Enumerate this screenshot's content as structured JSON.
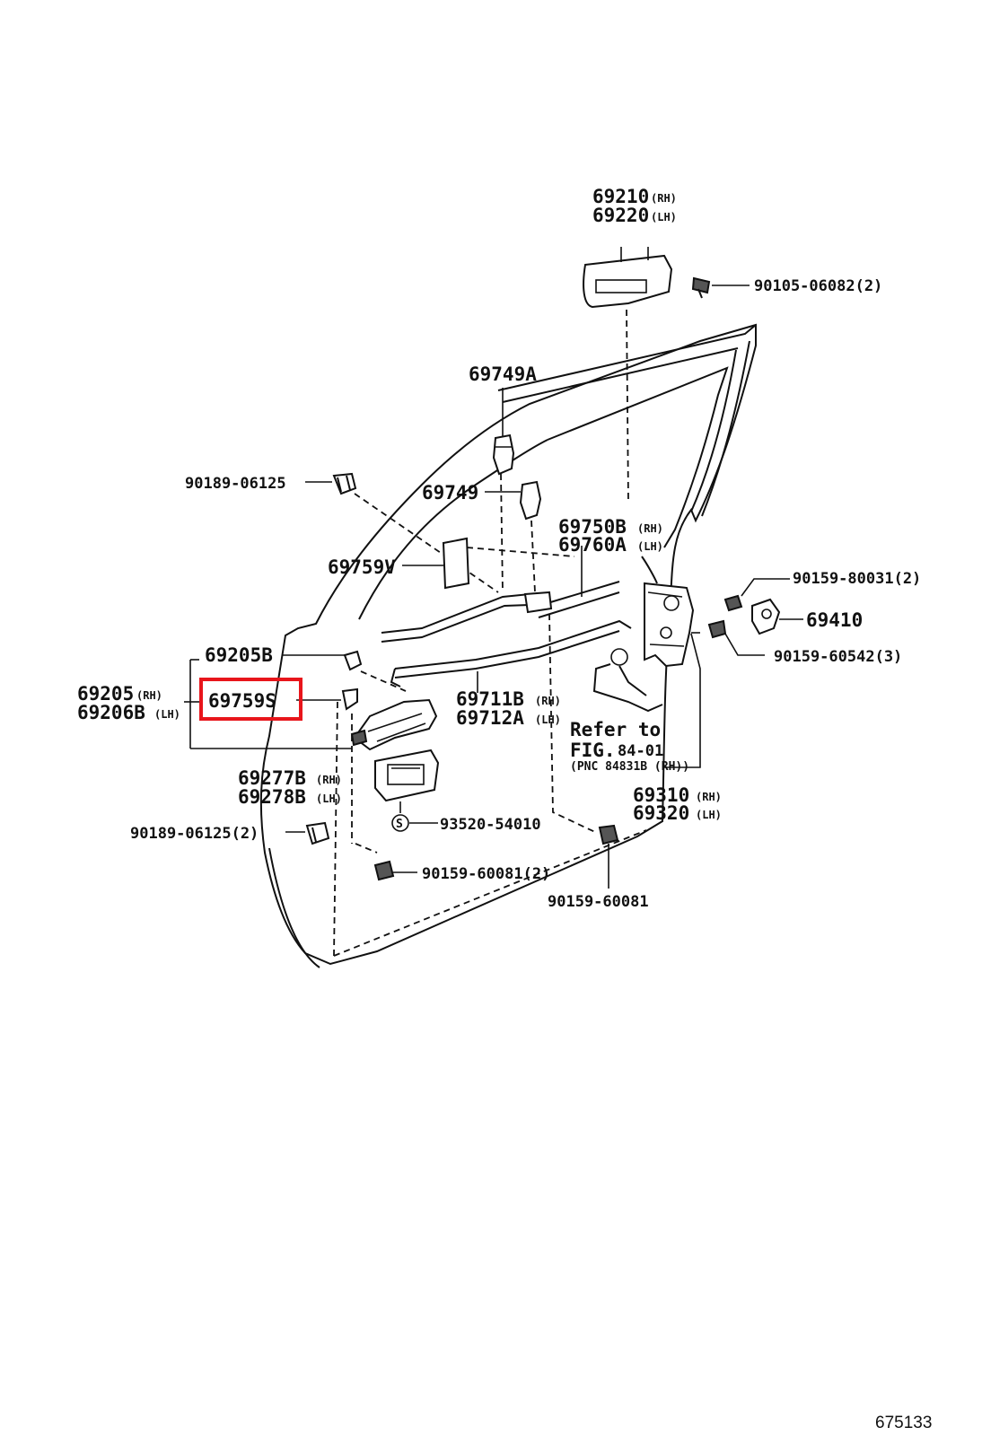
{
  "title": "",
  "labels": {
    "handle_outer_rh": "69210",
    "handle_outer_rh_suffix": "(RH)",
    "handle_outer_lh": "69220",
    "handle_outer_lh_suffix": "(LH)",
    "screw_handle": "90105-06082(2)",
    "rod_clip_a": "69749A",
    "rod_clip": "69749",
    "clip_top": "90189-06125",
    "rod_lock_rh": "69750B",
    "rod_lock_rh_suffix": "(RH)",
    "rod_lock_lh": "69760A",
    "rod_lock_lh_suffix": "(LH)",
    "pad": "69759V",
    "screw_striker": "90159-80031(2)",
    "striker": "69410",
    "screw_lock": "90159-60542(3)",
    "inner_bezel": "69205B",
    "inner_handle_rh": "69205",
    "inner_handle_rh_suffix": "(RH)",
    "inner_handle_lh": "69206B",
    "inner_handle_lh_suffix": "(LH)",
    "highlighted_part": "69759S",
    "rod_inner_rh": "69711B",
    "rod_inner_rh_suffix": "(RH)",
    "rod_inner_lh": "69712A",
    "rod_inner_lh_suffix": "(LH)",
    "refer_line1": "Refer to",
    "refer_fig": "FIG.",
    "refer_fig_num": "84-01",
    "refer_pnc": "(PNC 84831B (RH))",
    "bezel_rh": "69277B",
    "bezel_rh_suffix": "(RH)",
    "bezel_lh": "69278B",
    "bezel_lh_suffix": "(LH)",
    "lock_rh": "69310",
    "lock_rh_suffix": "(RH)",
    "lock_lh": "69320",
    "lock_lh_suffix": "(LH)",
    "clip_bottom": "90189-06125(2)",
    "screw_bezel": "93520-54010",
    "screw_bottom_left": "90159-60081(2)",
    "screw_bottom_right": "90159-60081",
    "diagram_id": "675133"
  },
  "highlight": {
    "color": "#e8151b"
  }
}
